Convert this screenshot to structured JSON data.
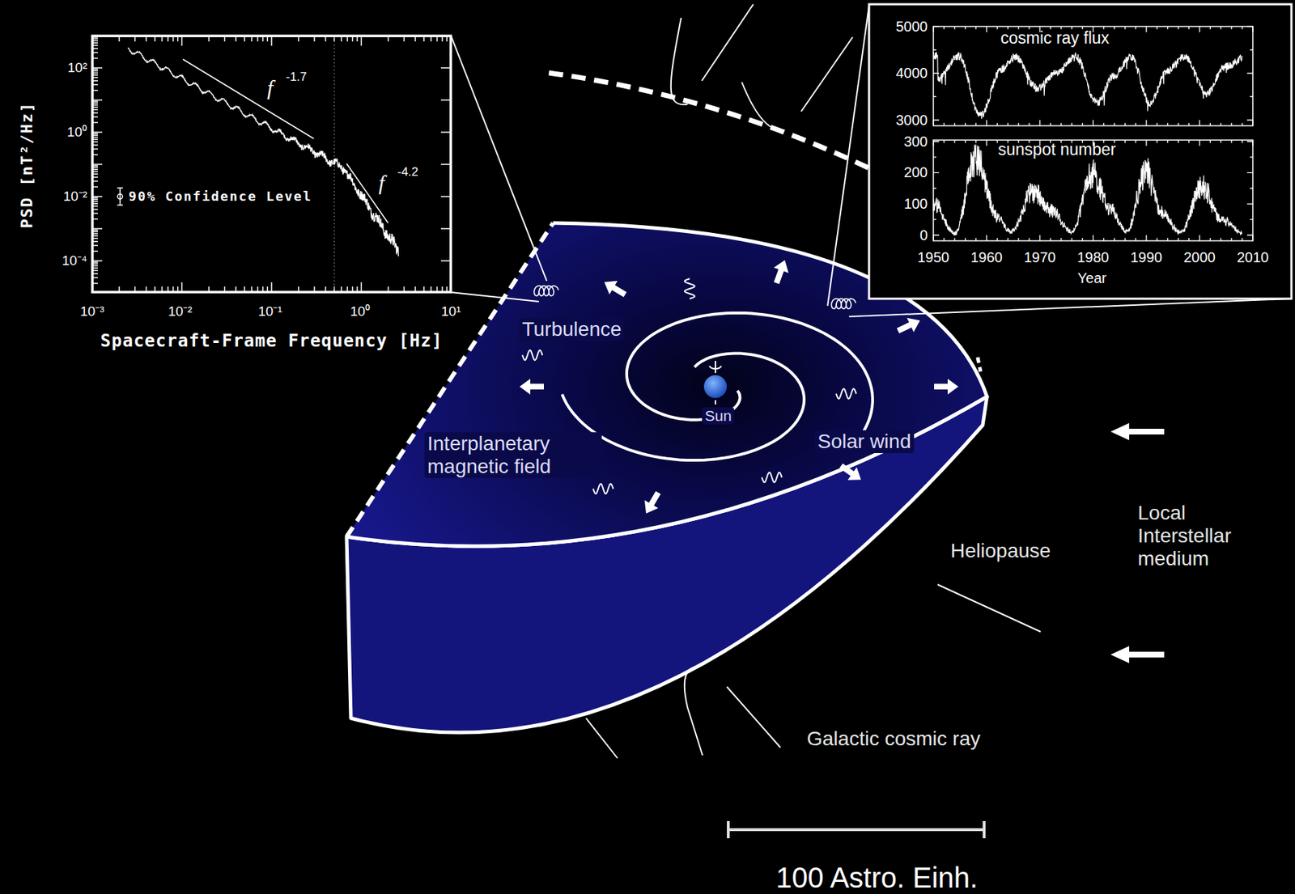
{
  "diagram": {
    "nodes": [
      {
        "text": [
          "Sun",
          "Turbulence",
          "Interplanetary magnetic field",
          "Solar wind"
        ]
      }
    ],
    "labels": [
      "PSD [nT²/Hz]",
      "10²",
      "10⁰",
      "10⁻²",
      "10⁻⁴",
      "10⁻³",
      "10⁻²",
      "10⁻¹",
      "10⁰",
      "10¹",
      "Spacecraft-Frame Frequency [Hz]",
      "f",
      "-1.7",
      "f",
      "-4.2",
      "90% Confidence Level",
      "5000",
      "4000",
      "3000",
      "cosmic ray flux",
      "300",
      "200",
      "100",
      "0",
      "sunspot number",
      "1950",
      "1960",
      "1970",
      "1980",
      "1990",
      "2000",
      "2010",
      "Year",
      "Heliopause",
      "Local Interstellar medium",
      "Galactic cosmic ray",
      "100 Astro. Einh."
    ]
  }
}
